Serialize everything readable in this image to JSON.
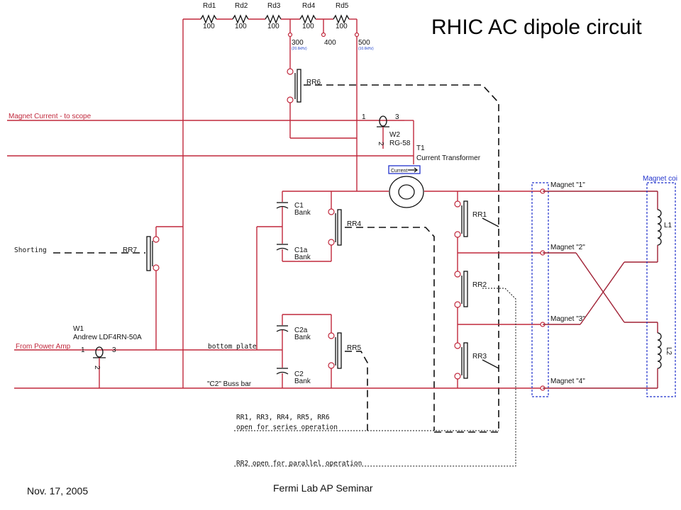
{
  "title": "RHIC AC dipole circuit",
  "footer": {
    "date": "Nov. 17, 2005",
    "event": "Fermi Lab AP Seminar"
  },
  "resistors": [
    {
      "ref": "Rd1",
      "value": "100"
    },
    {
      "ref": "Rd2",
      "value": "100"
    },
    {
      "ref": "Rd3",
      "value": "100"
    },
    {
      "ref": "Rd4",
      "value": "100"
    },
    {
      "ref": "Rd5",
      "value": "100"
    }
  ],
  "taps": {
    "t300": "300",
    "t400": "400",
    "t500": "500",
    "freq1": "(20.6kHz)",
    "freq2": "(10.6kHz)"
  },
  "relays": {
    "rr1": "RR1",
    "rr2": "RR2",
    "rr3": "RR3",
    "rr4": "RR4",
    "rr5": "RR5",
    "rr6": "RR6",
    "rr7": "RR7"
  },
  "connector_w2": {
    "ref": "W2",
    "type": "RG-58",
    "pin1": "1",
    "pin2": "2",
    "pin3": "3"
  },
  "transformer": {
    "ref": "T1",
    "name": "Current Transformer",
    "arrow_label": "Current"
  },
  "connector_w1": {
    "ref": "W1",
    "type": "Andrew LDF4RN-50A",
    "pin1": "1",
    "pin2": "2",
    "pin3": "3"
  },
  "capacitors": {
    "c1_ref": "C1",
    "c1_bank": "Bank",
    "c1a_ref": "C1a",
    "c1a_bank": "Bank",
    "c2a_ref": "C2a",
    "c2a_bank": "Bank",
    "c2_ref": "C2",
    "c2_bank": "Bank"
  },
  "nets": {
    "magnet_current": "Magnet Current - to scope",
    "shorting": "Shorting",
    "from_power_amp": "From Power Amp",
    "bottom_plate": "bottom plate",
    "c2_buss_bar": "\"C2\" Buss bar"
  },
  "magnets": {
    "m1": "Magnet \"1\"",
    "m2": "Magnet \"2\"",
    "m3": "Magnet \"3\"",
    "m4": "Magnet \"4\"",
    "coil_box": "Magnet coi",
    "l1": "L1",
    "l2": "L2"
  },
  "notes": {
    "series_line1": "RR1, RR3, RR4, RR5, RR6",
    "series_line2": "open for series operation",
    "parallel": "RR2 open for parallel operation"
  }
}
